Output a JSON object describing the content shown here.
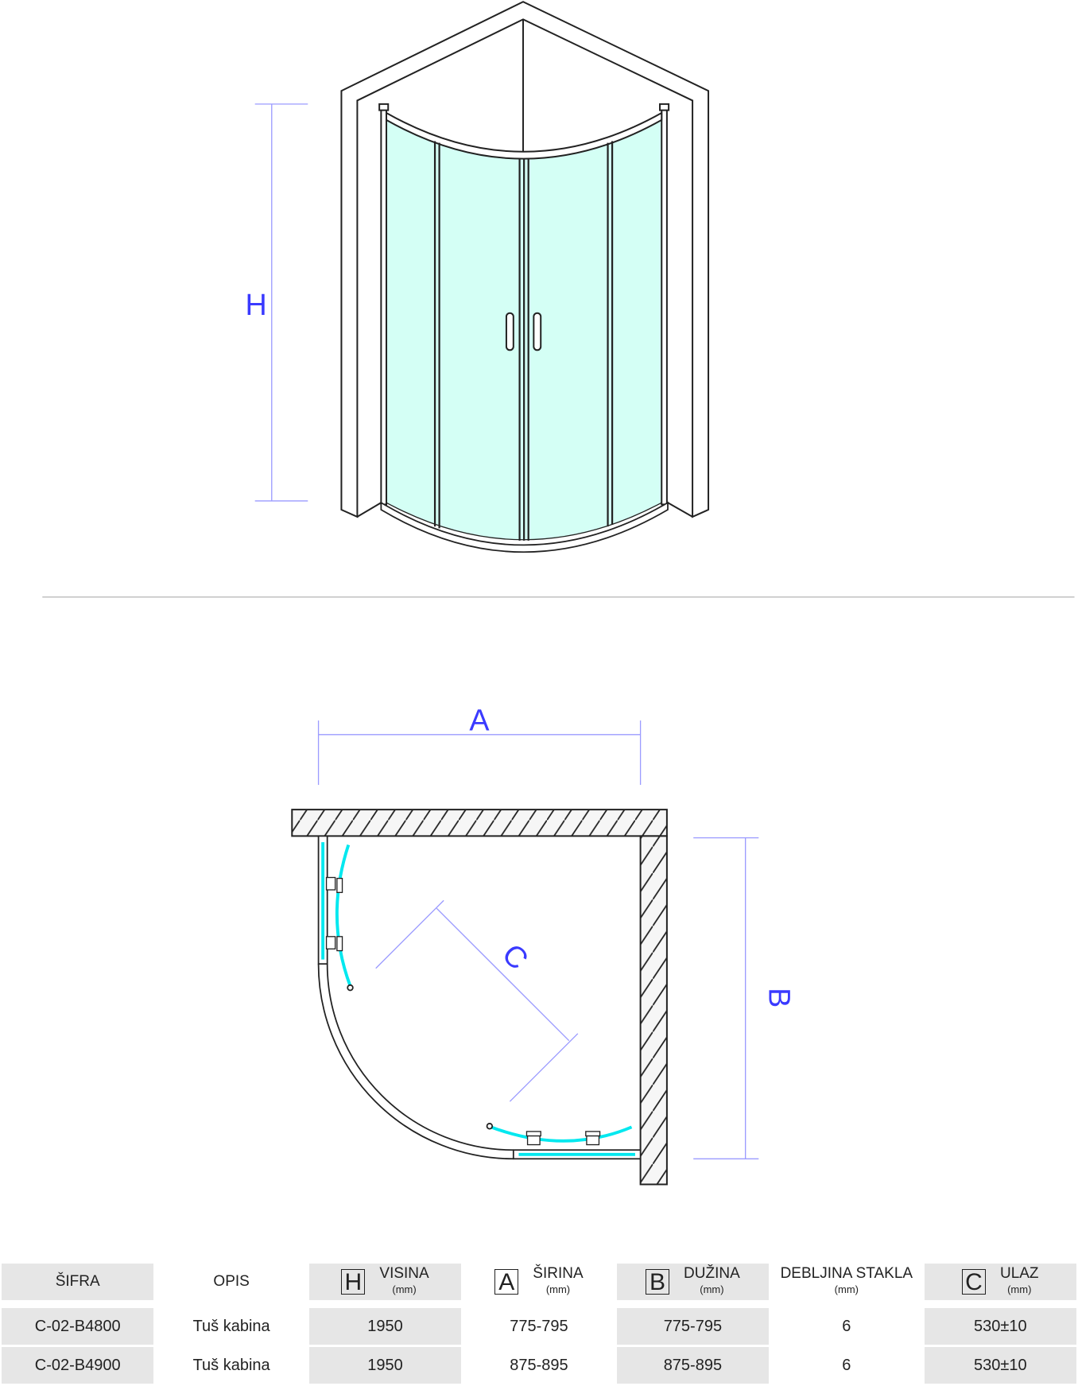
{
  "labels": {
    "height": "H",
    "width": "A",
    "length": "B",
    "entry": "C"
  },
  "colors": {
    "glass": "#d4fff5",
    "glass_edge": "#00e8ef",
    "dimension": "#9b9bff",
    "dimension_text": "#3a3aff"
  },
  "table": {
    "headers": [
      {
        "label": "ŠIFRA"
      },
      {
        "label": "OPIS"
      },
      {
        "badge": "H",
        "label": "VISINA",
        "unit": "(mm)"
      },
      {
        "badge": "A",
        "label": "ŠIRINA",
        "unit": "(mm)"
      },
      {
        "badge": "B",
        "label": "DUŽINA",
        "unit": "(mm)"
      },
      {
        "label": "DEBLJINA STAKLA",
        "unit": "(mm)"
      },
      {
        "badge": "C",
        "label": "ULAZ",
        "unit": "(mm)"
      }
    ],
    "rows": [
      [
        "C-02-B4800",
        "Tuš kabina",
        "1950",
        "775-795",
        "775-795",
        "6",
        "530±10"
      ],
      [
        "C-02-B4900",
        "Tuš kabina",
        "1950",
        "875-895",
        "875-895",
        "6",
        "530±10"
      ]
    ]
  }
}
